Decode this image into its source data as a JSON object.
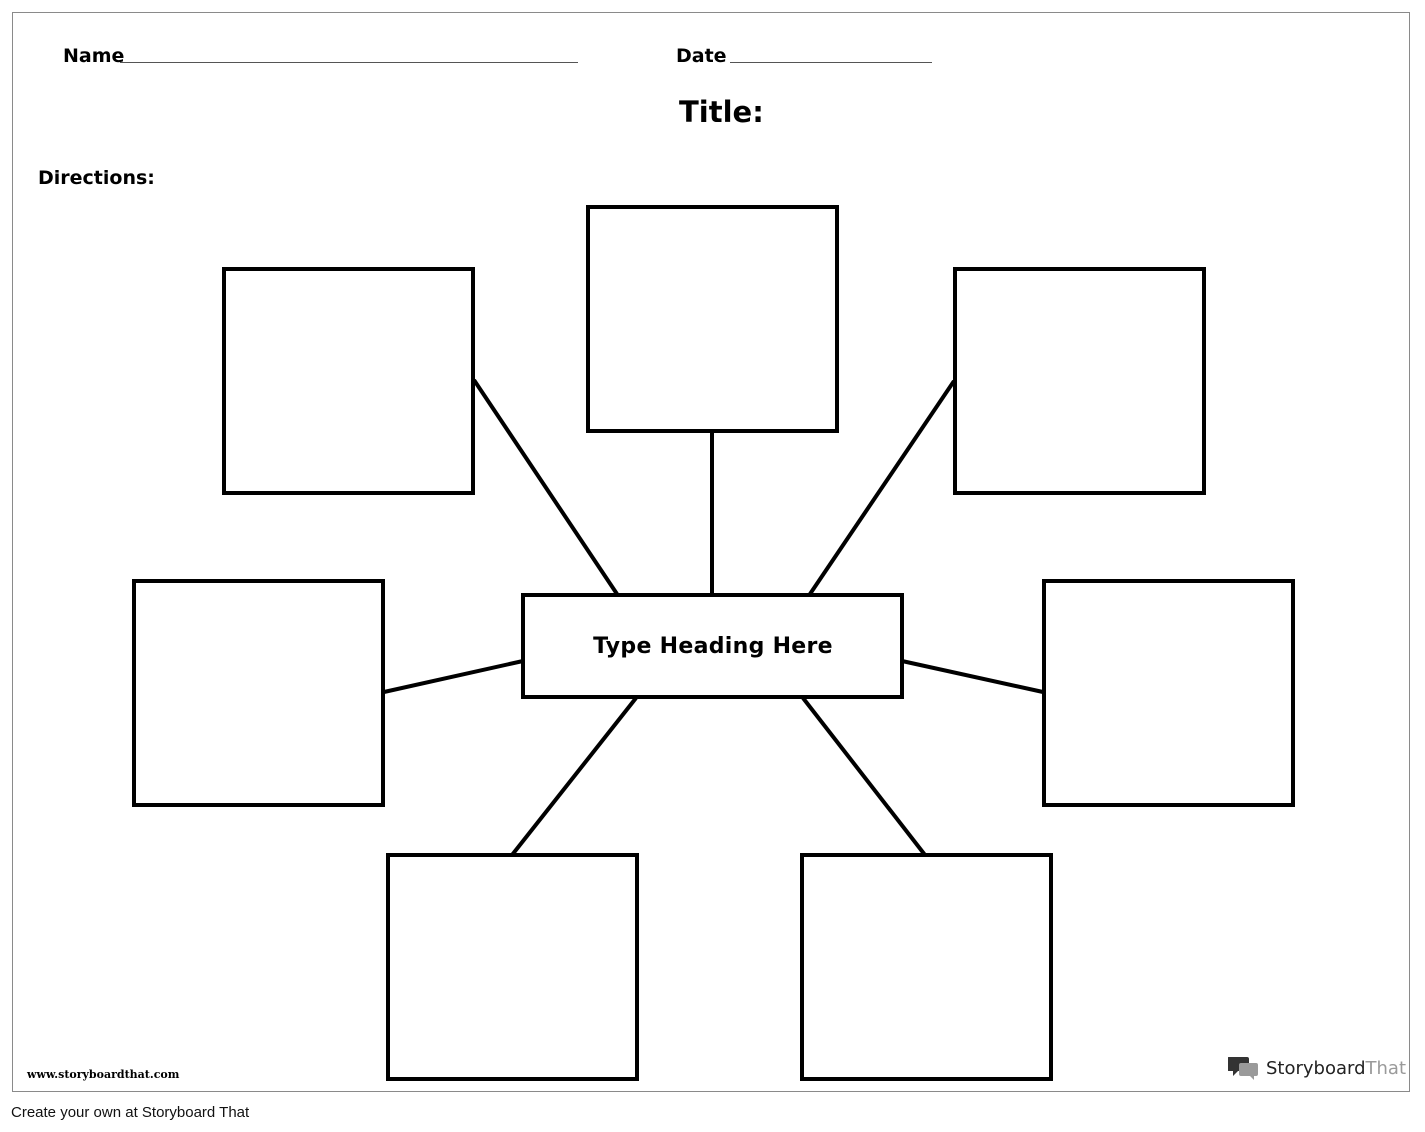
{
  "header": {
    "name_label": "Name",
    "date_label": "Date",
    "title_label": "Title:",
    "directions_label": "Directions:"
  },
  "diagram": {
    "center_heading": "Type Heading Here",
    "outer_boxes": [
      "",
      "",
      "",
      "",
      "",
      "",
      ""
    ]
  },
  "branding": {
    "site_url": "www.storyboardthat.com",
    "logo_word_main": "Storyboard",
    "logo_word_light": "That",
    "logo_icon": "speech-bubbles-icon"
  },
  "footer": {
    "text": "Create your own at Storyboard That"
  },
  "colors": {
    "ink": "#000000",
    "rule": "#555555",
    "frame": "#8a8a8a",
    "logo_dark": "#333333",
    "logo_light": "#9a9a9a"
  }
}
